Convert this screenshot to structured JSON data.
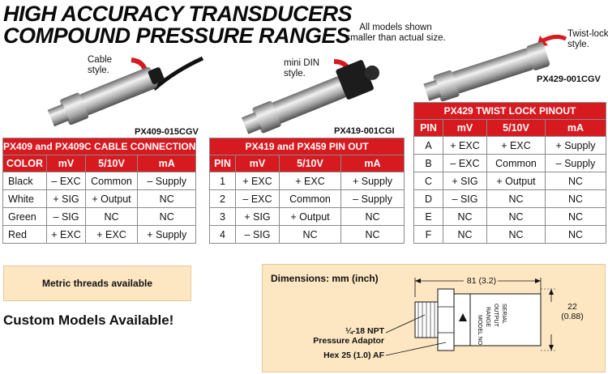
{
  "headline": {
    "line1": "HIGH ACCURACY TRANSDUCERS",
    "line2": "COMPOUND PRESSURE RANGES"
  },
  "notes": {
    "all_models_line1": "All models shown",
    "all_models_line2": "smaller than actual size.",
    "cable_line1": "Cable",
    "cable_line2": "style.",
    "mini_din_line1": "mini DIN",
    "mini_din_line2": "style.",
    "twist_lock_line1": "Twist-lock",
    "twist_lock_line2": "style."
  },
  "models": {
    "px409": "PX409-015CGV",
    "px419": "PX419-001CGI",
    "px429": "PX429-001CGV"
  },
  "table_px409": {
    "caption": "PX409 and PX409C CABLE CONNECTION",
    "headers": [
      "COLOR",
      "mV",
      "5/10V",
      "mA"
    ],
    "rows": [
      [
        "Black",
        "– EXC",
        "Common",
        "– Supply"
      ],
      [
        "White",
        "+ SIG",
        "+ Output",
        "NC"
      ],
      [
        "Green",
        "– SIG",
        "NC",
        "NC"
      ],
      [
        "Red",
        "+ EXC",
        "+ EXC",
        "+ Supply"
      ]
    ]
  },
  "table_px419": {
    "caption": "PX419 and PX459 PIN OUT",
    "headers": [
      "PIN",
      "mV",
      "5/10V",
      "mA"
    ],
    "rows": [
      [
        "1",
        "+ EXC",
        "+ EXC",
        "+ Supply"
      ],
      [
        "2",
        "– EXC",
        "Common",
        "– Supply"
      ],
      [
        "3",
        "+ SIG",
        "+ Output",
        "NC"
      ],
      [
        "4",
        "– SIG",
        "NC",
        "NC"
      ]
    ]
  },
  "table_px429": {
    "caption": "PX429 TWIST LOCK PINOUT",
    "headers": [
      "PIN",
      "mV",
      "5/10V",
      "mA"
    ],
    "rows": [
      [
        "A",
        "+ EXC",
        "+ EXC",
        "+ Supply"
      ],
      [
        "B",
        "– EXC",
        "Common",
        "– Supply"
      ],
      [
        "C",
        "+ SIG",
        "+ Output",
        "NC"
      ],
      [
        "D",
        "– SIG",
        "NC",
        "NC"
      ],
      [
        "E",
        "NC",
        "NC",
        "NC"
      ],
      [
        "F",
        "NC",
        "NC",
        "NC"
      ]
    ]
  },
  "metric_threads": "Metric threads available",
  "custom_models": "Custom Models Available!",
  "dimensions": {
    "title": "Dimensions: mm (inch)",
    "length": "81 (3.2)",
    "diameter_line1": "22",
    "diameter_line2": "(0.88)",
    "npt_line1": "¼-18 NPT",
    "npt_line2": "Pressure Adaptor",
    "hex": "Hex 25 (1.0) AF"
  },
  "colors": {
    "table_red": "#d71920",
    "box_fill": "#fde6c2",
    "arrow_red": "#d71920"
  }
}
